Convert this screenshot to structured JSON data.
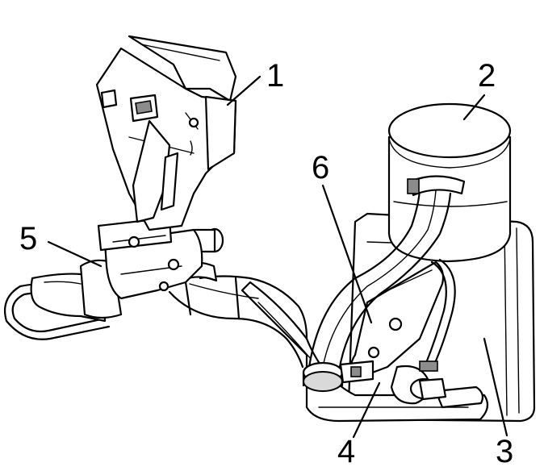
{
  "labels": {
    "part_1": "1",
    "part_2": "2",
    "part_3": "3",
    "part_4": "4",
    "part_5": "5",
    "part_6": "6"
  },
  "colors": {
    "line": "#000000",
    "background": "#ffffff",
    "shade": "#d9d9d9"
  }
}
